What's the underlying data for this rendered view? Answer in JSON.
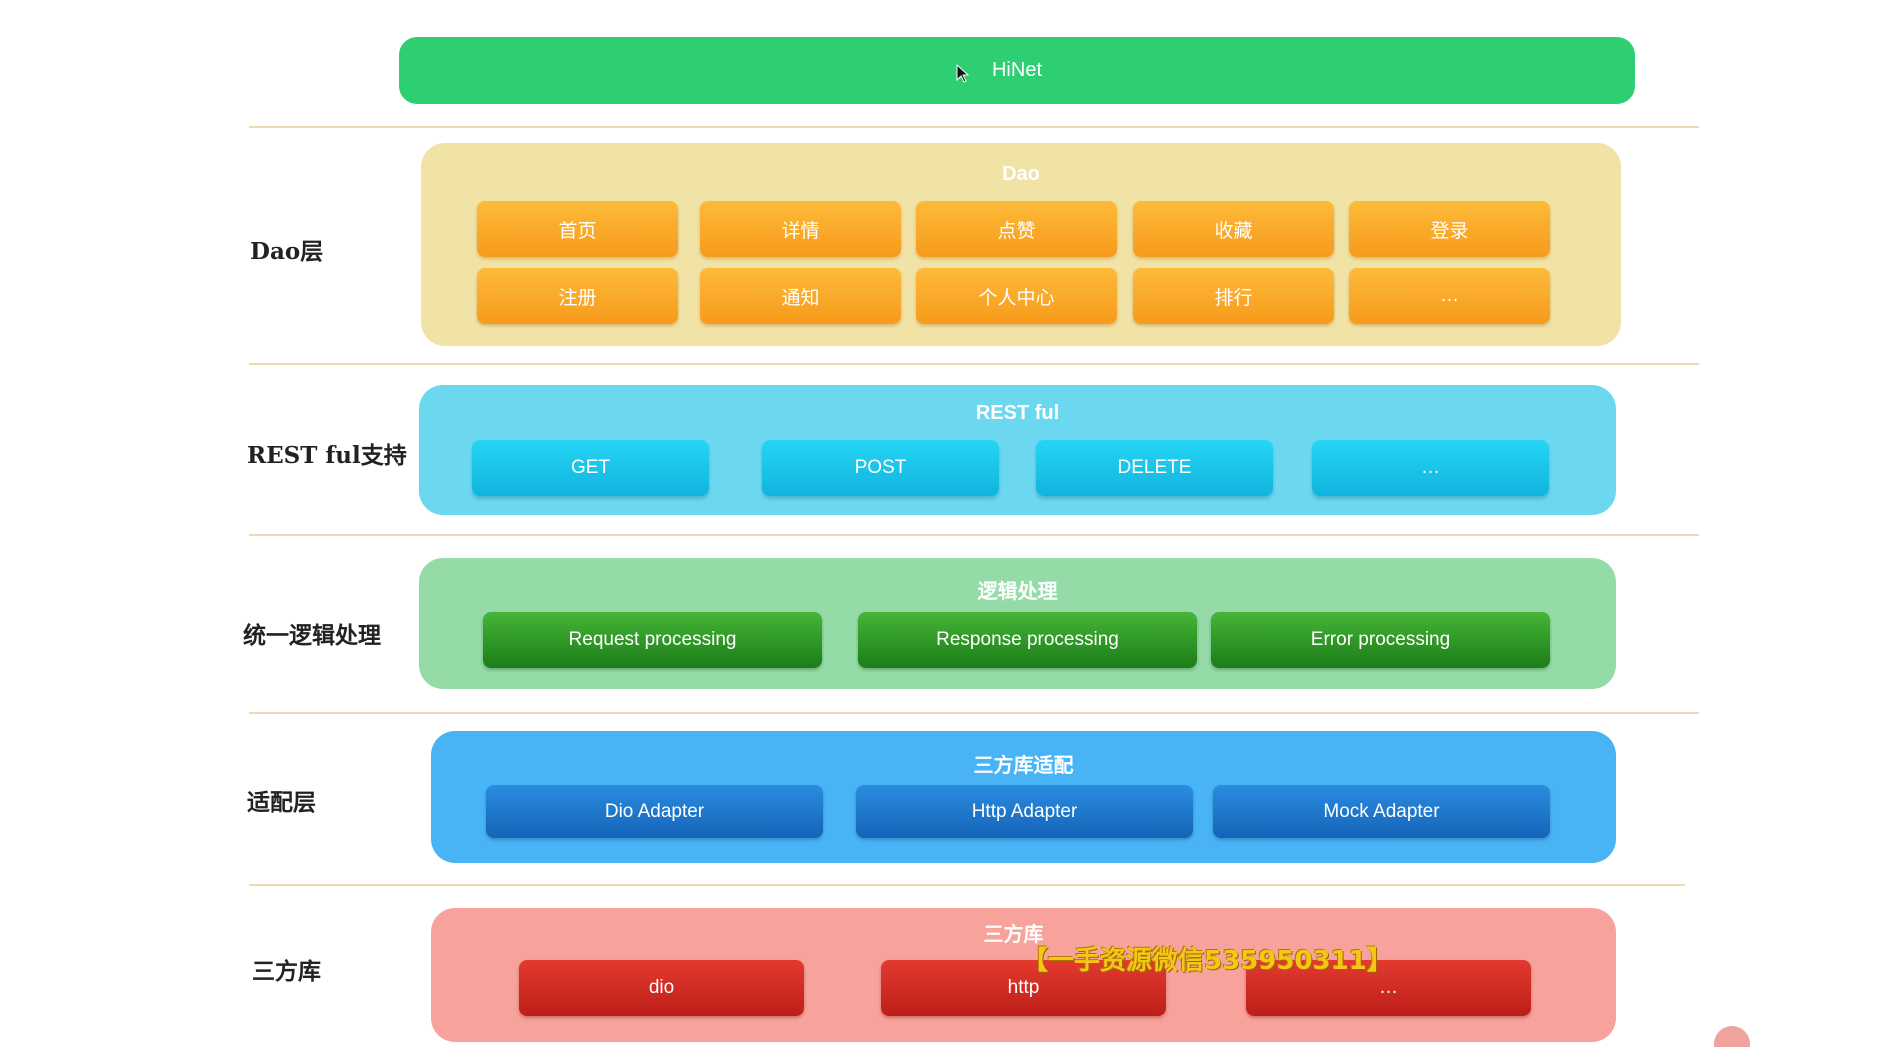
{
  "hinet": {
    "title": "HiNet"
  },
  "layers": {
    "dao": {
      "label": "Dao层",
      "title": "Dao",
      "items": [
        "首页",
        "详情",
        "点赞",
        "收藏",
        "登录",
        "注册",
        "通知",
        "个人中心",
        "排行",
        "…"
      ]
    },
    "rest": {
      "label": "REST ful支持",
      "title": "REST ful",
      "items": [
        "GET",
        "POST",
        "DELETE",
        "…"
      ]
    },
    "logic": {
      "label": "统一逻辑处理",
      "title": "逻辑处理",
      "items": [
        "Request processing",
        "Response processing",
        "Error processing"
      ]
    },
    "adapter": {
      "label": "适配层",
      "title": "三方库适配",
      "items": [
        "Dio Adapter",
        "Http Adapter",
        "Mock Adapter"
      ]
    },
    "thirdparty": {
      "label": "三方库",
      "title": "三方库",
      "items": [
        "dio",
        "http",
        "…"
      ]
    }
  },
  "watermark": {
    "text": "【一手资源微信535950311】"
  },
  "colors": {
    "hinet": "#2ecf72",
    "dao_panel": "#f1e2a6",
    "rest_panel": "#6cd8ef",
    "logic_panel": "#94dba8",
    "adapter_panel": "#48b4f6",
    "thirdparty_panel": "#f7a29b",
    "divider": "#f3d7b3"
  }
}
